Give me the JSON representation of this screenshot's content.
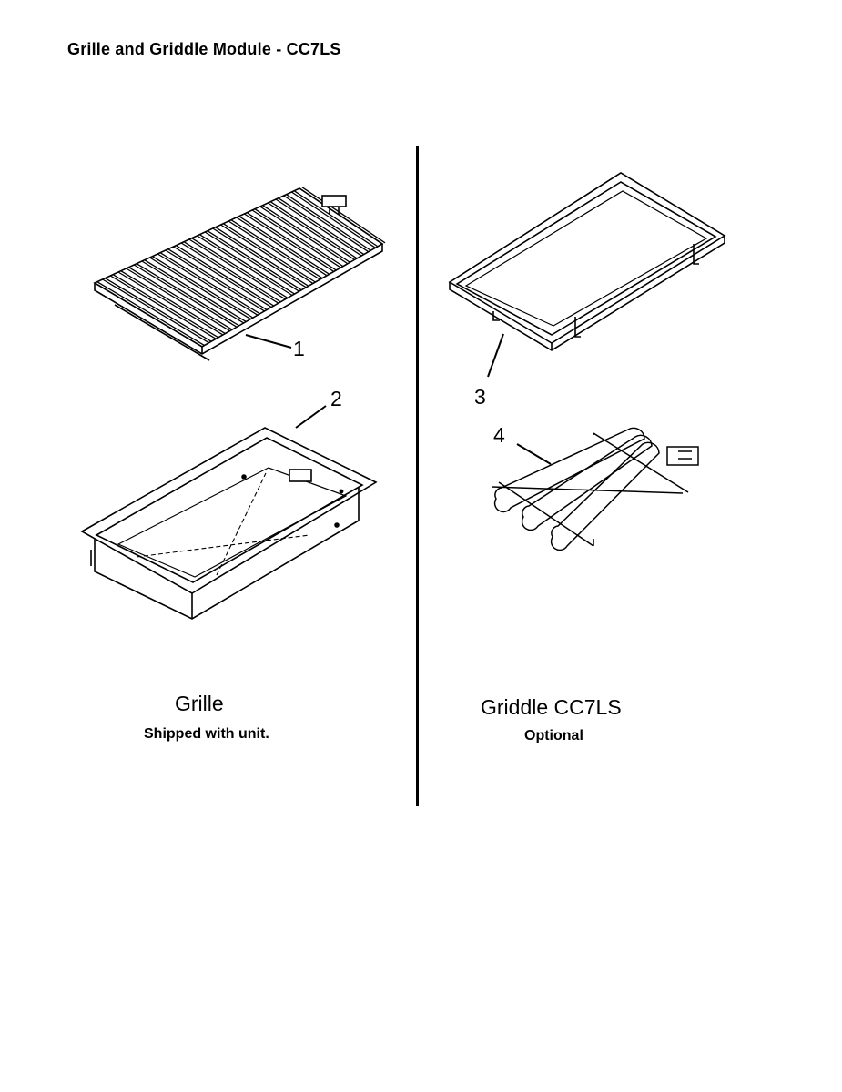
{
  "title": "Grille and Griddle Module - CC7LS",
  "callouts": [
    "1",
    "2",
    "3",
    "4"
  ],
  "sections": {
    "left": {
      "label": "Grille",
      "note": "Shipped with unit."
    },
    "right": {
      "label": "Griddle CC7LS",
      "note": "Optional"
    }
  }
}
